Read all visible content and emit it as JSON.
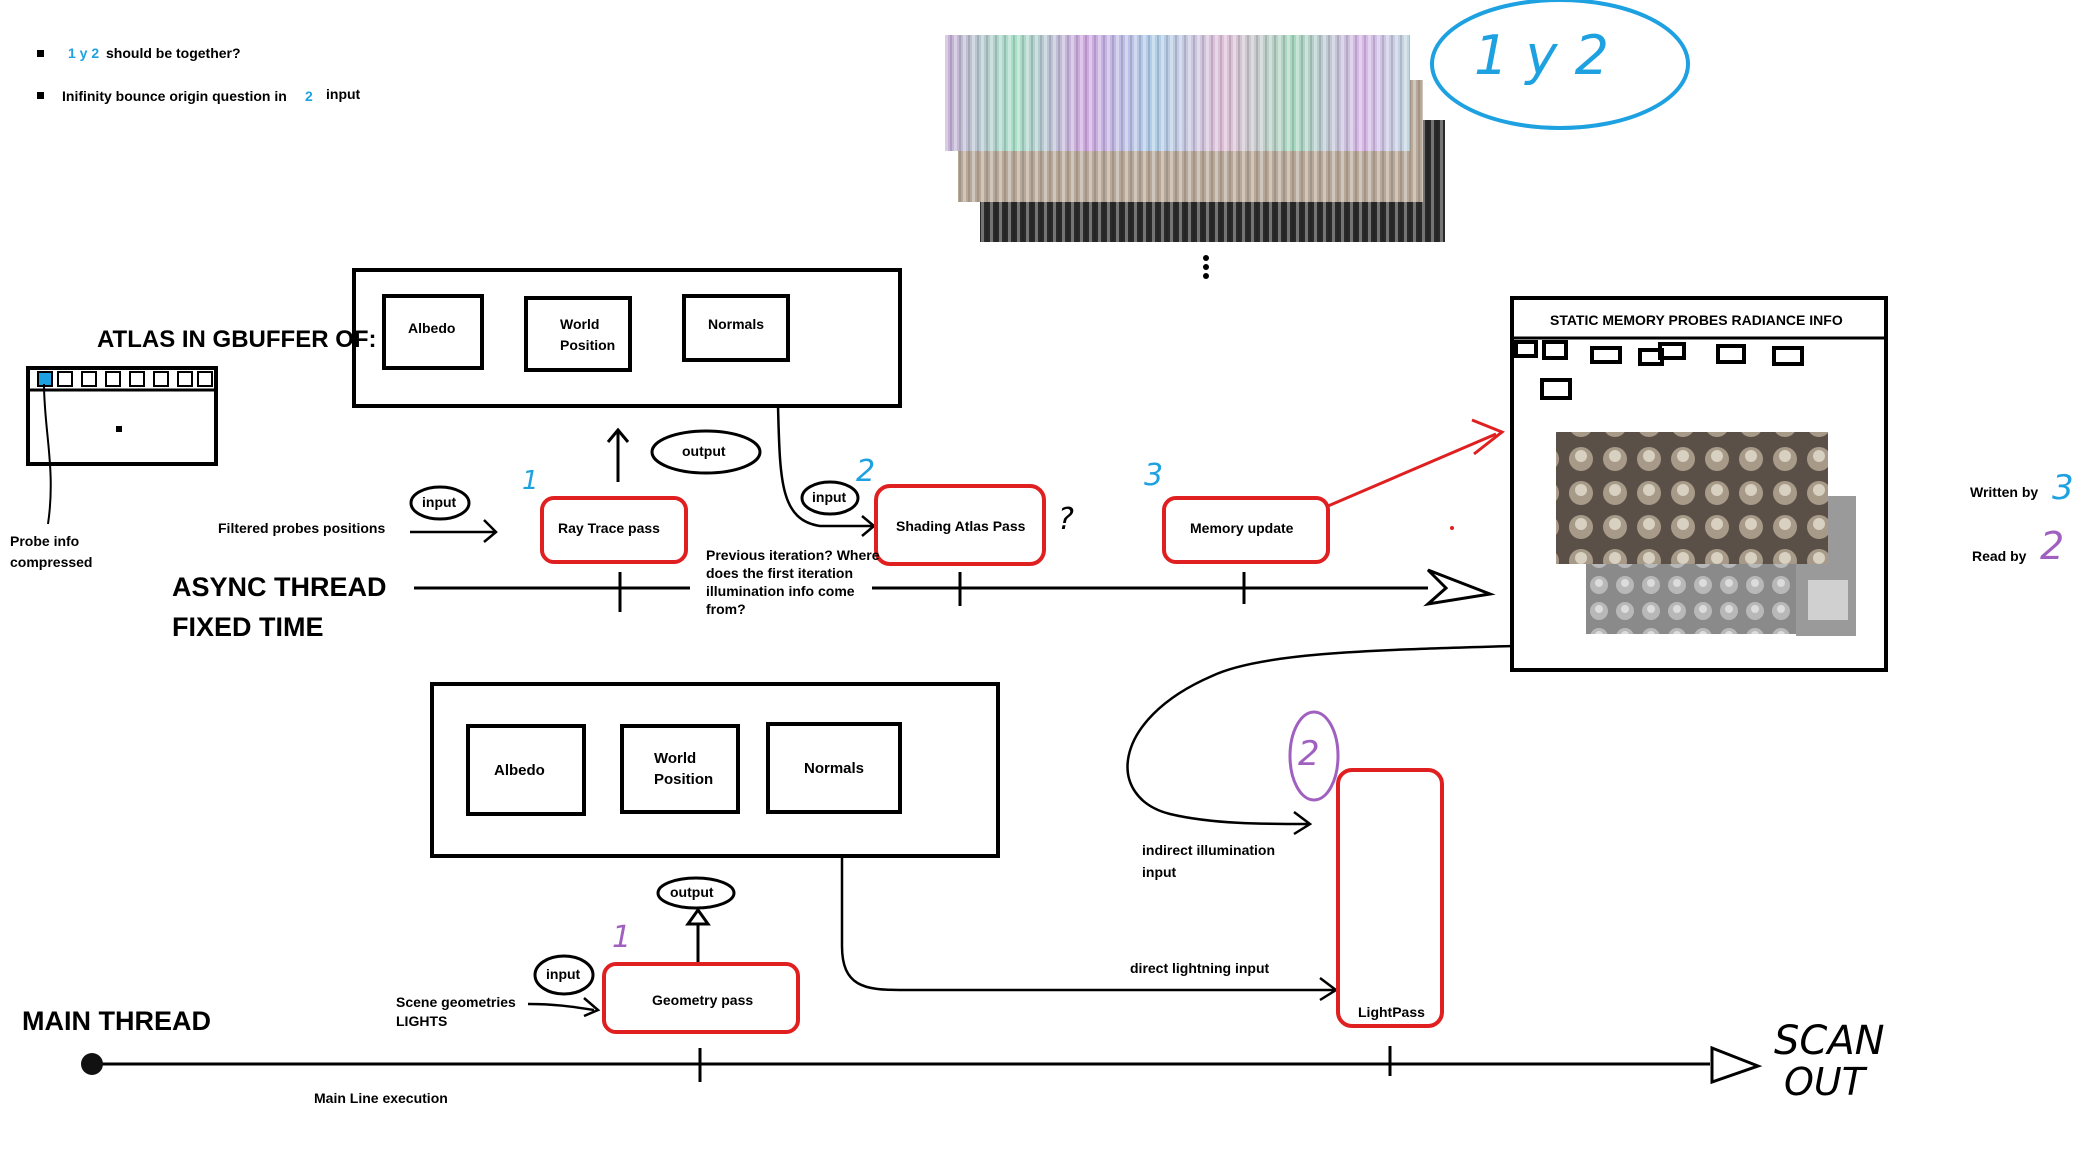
{
  "notes": {
    "item1_number": "1 y 2",
    "item1_text": "should be together?",
    "item2_text": "Inifinity bounce origin question in",
    "item2_number": "2",
    "item2_tail": "input"
  },
  "bubble_label": "1 y 2",
  "atlas_title": "ATLAS IN GBUFFER OF:",
  "async_gbuffer": {
    "albedo": "Albedo",
    "world": "World",
    "position": "Position",
    "normals": "Normals"
  },
  "main_gbuffer": {
    "albedo": "Albedo",
    "world": "World",
    "position": "Position",
    "normals": "Normals"
  },
  "probe_info": {
    "line1": "Probe info",
    "line2": "compressed"
  },
  "async": {
    "thread_line1": "ASYNC THREAD",
    "thread_line2": "FIXED TIME",
    "filtered_label": "Filtered probes positions",
    "input_label": "input",
    "output_label": "output",
    "raytrace": "Ray Trace pass",
    "raytrace_num": "1",
    "shading": "Shading Atlas Pass",
    "shading_num": "2",
    "shading_input": "input",
    "question_mark": "?",
    "memory": "Memory update",
    "memory_num": "3",
    "prev_question": "Previous iteration? Where does the first iteration illumination info come from?"
  },
  "static_memory": {
    "title": "STATIC MEMORY PROBES RADIANCE INFO",
    "written_by": "Written by",
    "written_num": "3",
    "read_by": "Read by",
    "read_num": "2"
  },
  "main": {
    "thread_label": "MAIN THREAD",
    "line_label": "Main Line execution",
    "scene_line1": "Scene geometries",
    "scene_line2": "LIGHTS",
    "input_label": "input",
    "output_label": "output",
    "geometry": "Geometry pass",
    "geometry_num": "1",
    "lightpass": "LightPass",
    "lightpass_num": "2",
    "indirect_line1": "indirect illumination",
    "indirect_line2": "input",
    "direct_label": "direct lightning input",
    "scan_line1": "SCAN",
    "scan_line2": "OUT"
  },
  "colors": {
    "red": "#e02020",
    "blue": "#1ea1e0",
    "purple": "#a060c0",
    "probe_blue": "#1ea1e0"
  }
}
